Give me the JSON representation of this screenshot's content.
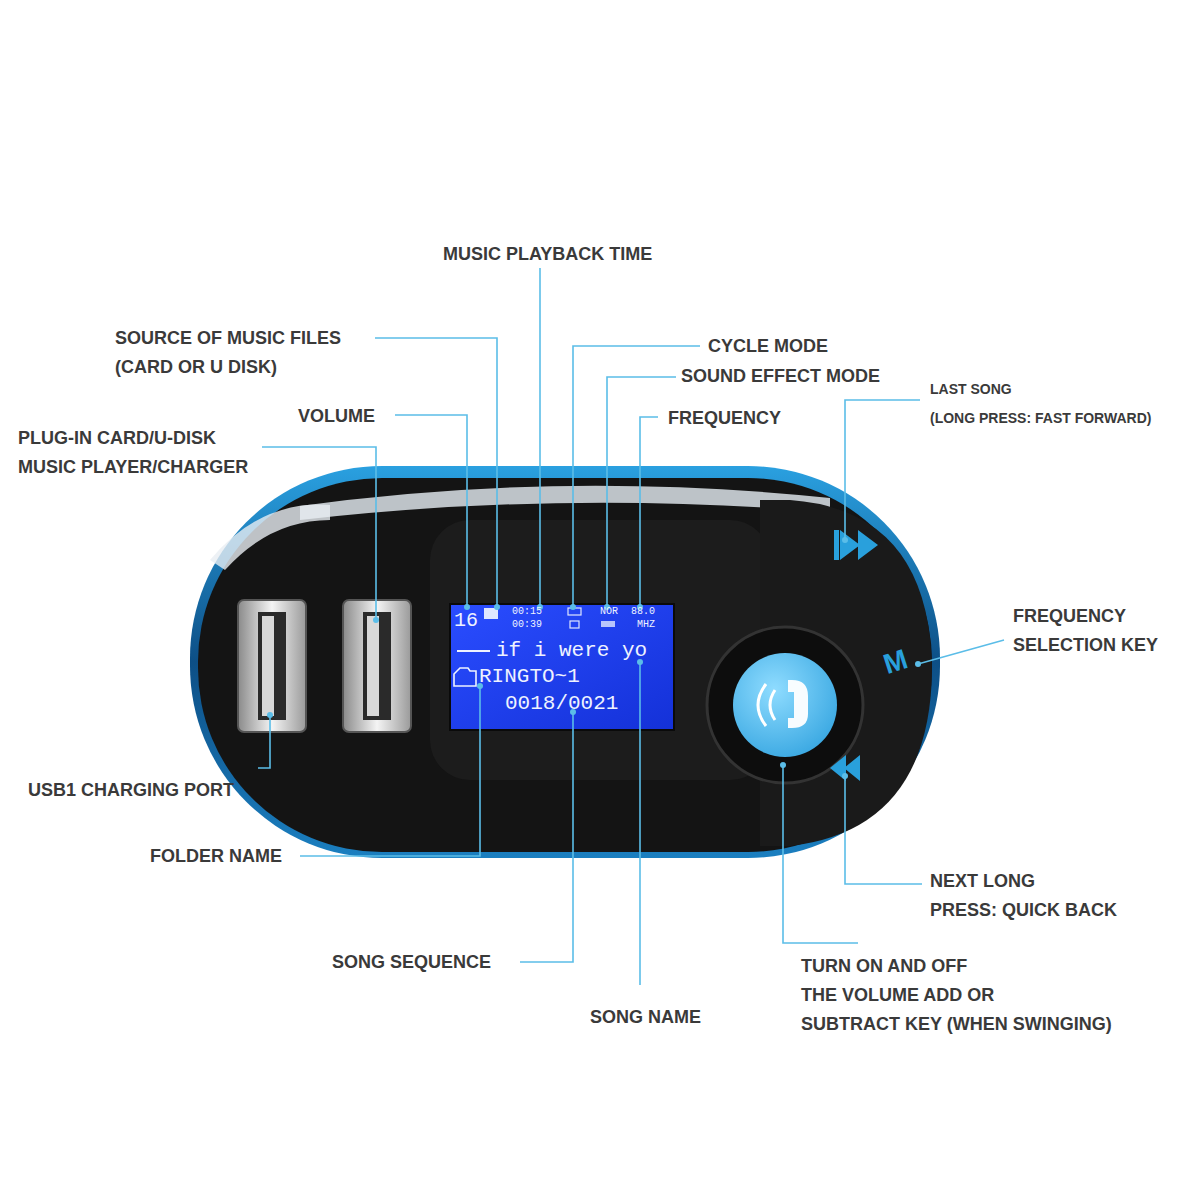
{
  "diagram": {
    "labels": [
      "MUSIC PLAYBACK TIME",
      "SOURCE OF MUSIC FILES (CARD OR U DISK)",
      "CYCLE MODE",
      "SOUND EFFECT MODE",
      "PLUG-IN CARD/U-DISK MUSIC PLAYER/CHARGER",
      "VOLUME",
      "FREQUENCY",
      "LAST SONG (LONG PRESS: FAST FORWARD)",
      "FREQUENCY SELECTION KEY",
      "USB1 CHARGING PORT",
      "FOLDER NAME",
      "NEXT LONG PRESS: QUICK BACK",
      "SONG SEQUENCE",
      "TURN ON AND OFF THE VOLUME ADD OR SUBTRACT KEY (WHEN SWINGING)",
      "SONG NAME",
      "16",
      "00:15",
      "00:39",
      "NOR",
      "88.0",
      "MHZ",
      "if i were yo",
      "RINGTO~1",
      "0018/0021",
      "M"
    ]
  }
}
